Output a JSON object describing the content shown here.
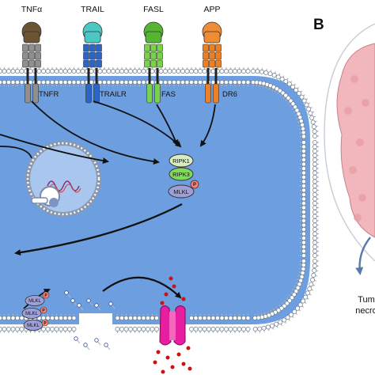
{
  "ligands": [
    {
      "name": "TNFα",
      "color": "#6b5434",
      "receptor_color": "#8f8f8f"
    },
    {
      "name": "TRAIL",
      "color": "#4cc8c4",
      "receptor_color": "#2a66c8"
    },
    {
      "name": "FASL",
      "color": "#54b630",
      "receptor_color": "#7ad24a"
    },
    {
      "name": "APP",
      "color": "#f08c34",
      "receptor_color": "#ef7f1f"
    }
  ],
  "receptors": [
    "TNFR",
    "TRAILR",
    "FAS",
    "DR6"
  ],
  "necrosome": {
    "ripk1": "RIPK1",
    "ripk3": "RIPK3",
    "mlkl": "MLKL",
    "phospho": "P"
  },
  "membrane_mlkl": [
    "MLKL",
    "MLKL",
    "MLKL"
  ],
  "panel_b": {
    "label": "B",
    "caption_line1": "Tum",
    "caption_line2": "necro"
  },
  "colors": {
    "cytoplasm": "#6d9fe0",
    "membrane_head": "#ffffff",
    "membrane_stroke": "#6a7a90",
    "lipid_tail": "#b9b4ac",
    "ripk1": "#d9ecc4",
    "ripk3": "#7edc56",
    "mlkl": "#9f9fd8",
    "phospho": "#ff8070",
    "channel": "#e81ea0",
    "dots": "#cc1111",
    "tumor": "#f2b7bc"
  }
}
